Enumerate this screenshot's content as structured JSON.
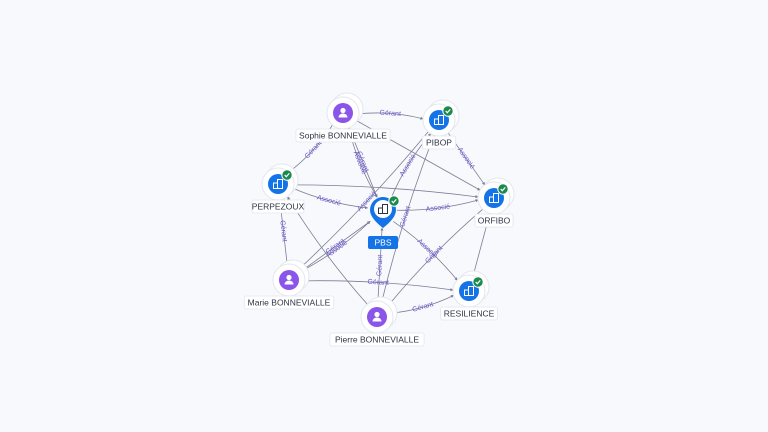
{
  "colors": {
    "background": "#f8f9fc",
    "company_blue": "#1473e6",
    "person_purple": "#8a55e8",
    "check_green": "#1b8a4c",
    "edge_label_purple": "#6a55c9",
    "edge_gray": "#7a7f95"
  },
  "nodes": [
    {
      "id": "pbs",
      "label": "PBS",
      "type": "company",
      "central": true,
      "verified": true,
      "icon": "building-icon"
    },
    {
      "id": "sophie",
      "label": "Sophie BONNEVIALLE",
      "type": "person",
      "icon": "person-icon"
    },
    {
      "id": "pibop",
      "label": "PIBOP",
      "type": "company",
      "verified": true,
      "icon": "building-icon"
    },
    {
      "id": "perpezoux",
      "label": "PERPEZOUX",
      "type": "company",
      "verified": true,
      "icon": "building-icon"
    },
    {
      "id": "orfibo",
      "label": "ORFIBO",
      "type": "company",
      "verified": true,
      "icon": "building-icon"
    },
    {
      "id": "marie",
      "label": "Marie BONNEVIALLE",
      "type": "person",
      "icon": "person-icon"
    },
    {
      "id": "pierre",
      "label": "Pierre BONNEVIALLE",
      "type": "person",
      "icon": "person-icon"
    },
    {
      "id": "resilience",
      "label": "RESILIENCE",
      "type": "company",
      "verified": true,
      "icon": "building-icon"
    }
  ],
  "edges": [
    {
      "from": "sophie",
      "to": "pibop",
      "label": "Gérant"
    },
    {
      "from": "sophie",
      "to": "pbs",
      "label": "Gérant"
    },
    {
      "from": "sophie",
      "to": "pbs",
      "label": "Associé"
    },
    {
      "from": "sophie",
      "to": "perpezoux",
      "label": "Gérant"
    },
    {
      "from": "sophie",
      "to": "orfibo",
      "label": ""
    },
    {
      "from": "perpezoux",
      "to": "pbs",
      "label": "Associé"
    },
    {
      "from": "perpezoux",
      "to": "orfibo",
      "label": ""
    },
    {
      "from": "perpezoux",
      "to": "marie",
      "label": "Gérant"
    },
    {
      "from": "pbs",
      "to": "orfibo",
      "label": "Associé"
    },
    {
      "from": "pbs",
      "to": "pibop",
      "label": "Associé"
    },
    {
      "from": "pibop",
      "to": "orfibo",
      "label": "Associé"
    },
    {
      "from": "pibop",
      "to": "pierre",
      "label": "Gérant"
    },
    {
      "from": "pibop",
      "to": "marie",
      "label": "Associé"
    },
    {
      "from": "orfibo",
      "to": "resilience",
      "label": ""
    },
    {
      "from": "orfibo",
      "to": "pierre",
      "label": "Gérant"
    },
    {
      "from": "pbs",
      "to": "resilience",
      "label": "Associé"
    },
    {
      "from": "marie",
      "to": "pbs",
      "label": "Gérant"
    },
    {
      "from": "marie",
      "to": "pbs",
      "label": "Associé"
    },
    {
      "from": "marie",
      "to": "resilience",
      "label": "Gérant"
    },
    {
      "from": "pierre",
      "to": "pbs",
      "label": "Gérant"
    },
    {
      "from": "pierre",
      "to": "resilience",
      "label": "Gérant"
    },
    {
      "from": "pierre",
      "to": "perpezoux",
      "label": ""
    }
  ]
}
